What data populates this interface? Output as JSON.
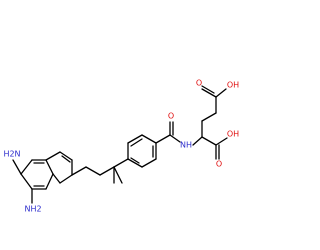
{
  "molecule": {
    "atom_colors": {
      "N": "#2c2ccc",
      "O": "#e01010",
      "C": "#000000"
    },
    "labels": {
      "nh2_top": "H2N",
      "nh2_bottom": "NH2",
      "nh_amide": "NH",
      "o_amide": "O",
      "o_carboxyl_top_1": "O",
      "oh_carboxyl_top": "OH",
      "o_carboxyl_bottom": "O",
      "oh_carboxyl_bottom": "OH"
    }
  }
}
